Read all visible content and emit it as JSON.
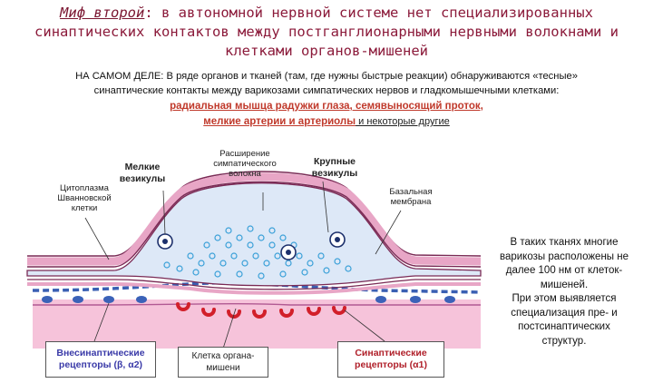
{
  "title": {
    "lead": "Миф второй",
    "line1_rest": ": в автономной нервной системе нет специализированных",
    "line2": "синаптических контактов между постганглионарными нервными волокнами и",
    "line3": "клетками органов-мишеней"
  },
  "paragraph": {
    "line1": "НА САМОМ ДЕЛЕ: В ряде органов и тканей (там, где нужны быстрые реакции) обнаруживаются «тесные»",
    "line2": "синаптические контакты между варикозами симпатических нервов и гладкомышечными клетками:"
  },
  "highlight": {
    "line1": "радиальная мышца радужки глаза, семявыносящий проток,",
    "line2_red": "мелкие артерии и артериолы",
    "line2_rest": " и некоторые другие"
  },
  "labels": {
    "small_vesicles": "Мелкие везикулы",
    "varicosity": "Расширение симпатического волокна",
    "large_vesicles": "Крупные везикулы",
    "schwann": "Цитоплазма Шванновской клетки",
    "basal_membrane": "Базальная мембрана"
  },
  "side_text": [
    "В таких тканях многие",
    "варикозы расположены не",
    "далее 100 нм от клеток-",
    "мишеней.",
    "При этом выявляется",
    "специализация пре- и",
    "постсинаптических",
    "структур."
  ],
  "boxes": {
    "extrasynaptic": "Внесинаптические рецепторы (β, α2)",
    "target_cell": "Клетка органа-мишени",
    "synaptic": "Синаптические рецепторы (α1)"
  },
  "colors": {
    "title": "#8b1a3a",
    "accent_red": "#c0392b",
    "membrane_pink": "#e8a6c6",
    "membrane_dark": "#7a2a55",
    "axon_fill": "#dde8f7",
    "vesicle": "#3aa0d8",
    "target_pink": "#f6c3da",
    "receptor_red": "#d21f2a",
    "receptor_blue": "#3b62b8"
  }
}
